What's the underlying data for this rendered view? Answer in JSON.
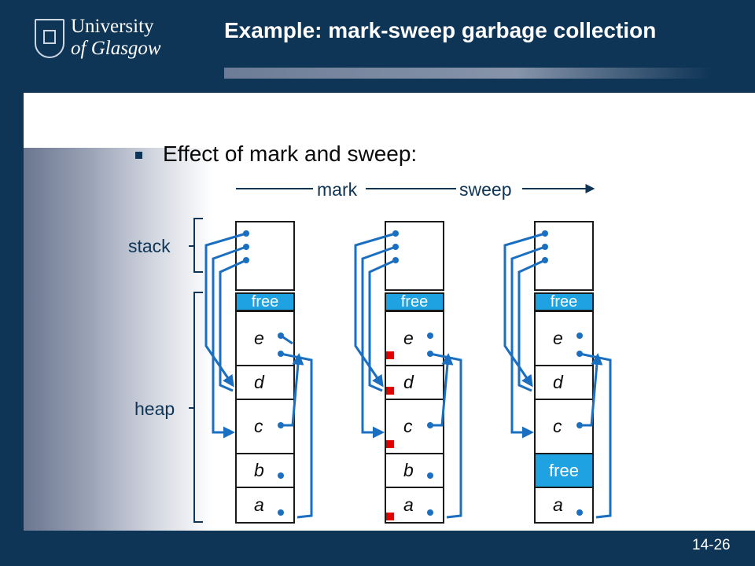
{
  "header": {
    "logo_line1": "University",
    "logo_line2": "of Glasgow",
    "title": "Example: mark-sweep garbage collection"
  },
  "bullet": "Effect of mark and sweep:",
  "flow": {
    "mark_label": "mark",
    "sweep_label": "sweep"
  },
  "labels": {
    "stack": "stack",
    "heap": "heap"
  },
  "states": [
    {
      "top": "free",
      "objects": [
        "e",
        "d",
        "c",
        "b",
        "a"
      ]
    },
    {
      "top": "free",
      "objects": [
        "e",
        "d",
        "c",
        "b",
        "a"
      ]
    },
    {
      "top": "free",
      "objects": [
        "e",
        "d",
        "c",
        "free",
        "a"
      ]
    }
  ],
  "colors": {
    "navy": "#0e3456",
    "pointer": "#1a6fc0",
    "free": "#1fa2e2",
    "mark": "#e00000"
  },
  "page_number": "14-26"
}
